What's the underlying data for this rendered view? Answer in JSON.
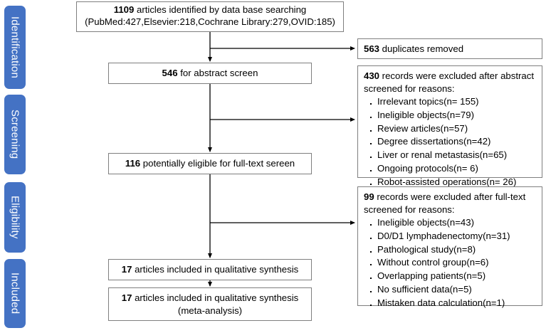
{
  "diagram": {
    "title": "PRISMA study selection flow diagram",
    "accent_color": "#4472C4",
    "box_border_color": "#7f7f7f"
  },
  "stages": [
    {
      "id": "identification",
      "label": "Identification"
    },
    {
      "id": "screening",
      "label": "Screening"
    },
    {
      "id": "eligibility",
      "label": "Eligibility"
    },
    {
      "id": "included",
      "label": "Included"
    }
  ],
  "main_flow": {
    "identified": {
      "count": "1109",
      "text": " articles identified by data base searching",
      "sources_line": "(PubMed:427,Elsevier:218,Cochrane Library:279,OVID:185)",
      "sources": [
        {
          "name": "PubMed",
          "count": "427"
        },
        {
          "name": "Elsevier",
          "count": "218"
        },
        {
          "name": "Cochrane Library",
          "count": "279"
        },
        {
          "name": "OVID",
          "count": "185"
        }
      ]
    },
    "abstract_screen": {
      "count": "546",
      "text": " for abstract screen"
    },
    "fulltext_eligible": {
      "count": "116",
      "text": " potentially eligible for full-text sereen"
    },
    "qualitative": {
      "count": "17",
      "text": " articles included in qualitative synthesis"
    },
    "meta_analysis": {
      "count": "17",
      "text": " articles included in qualitative synthesis",
      "subtitle": "(meta-analysis)"
    }
  },
  "side_flow": {
    "duplicates": {
      "count": "563",
      "text": " duplicates removed"
    },
    "excluded_abstract": {
      "count": "430",
      "head_text": " records were excluded after abstract",
      "head_text2": "screened for reasons:",
      "reasons": [
        "Irrelevant topics(n= 155)",
        "Ineligible objects(n=79)",
        "Review articles(n=57)",
        "Degree dissertations(n=42)",
        "Liver or renal metastasis(n=65)",
        "Ongoing protocols(n= 6)",
        "Robot-assisted operations(n= 26)"
      ]
    },
    "excluded_fulltext": {
      "count": "99",
      "head_text": " records were excluded after full-text",
      "head_text2": "screened for reasons:",
      "reasons": [
        "Ineligible objects(n=43)",
        "D0/D1 lymphadenectomy(n=31)",
        "Pathological study(n=8)",
        "Without control group(n=6)",
        "Overlapping patients(n=5)",
        "No sufficient data(n=5)",
        "Mistaken data calculation(n=1)"
      ]
    }
  }
}
